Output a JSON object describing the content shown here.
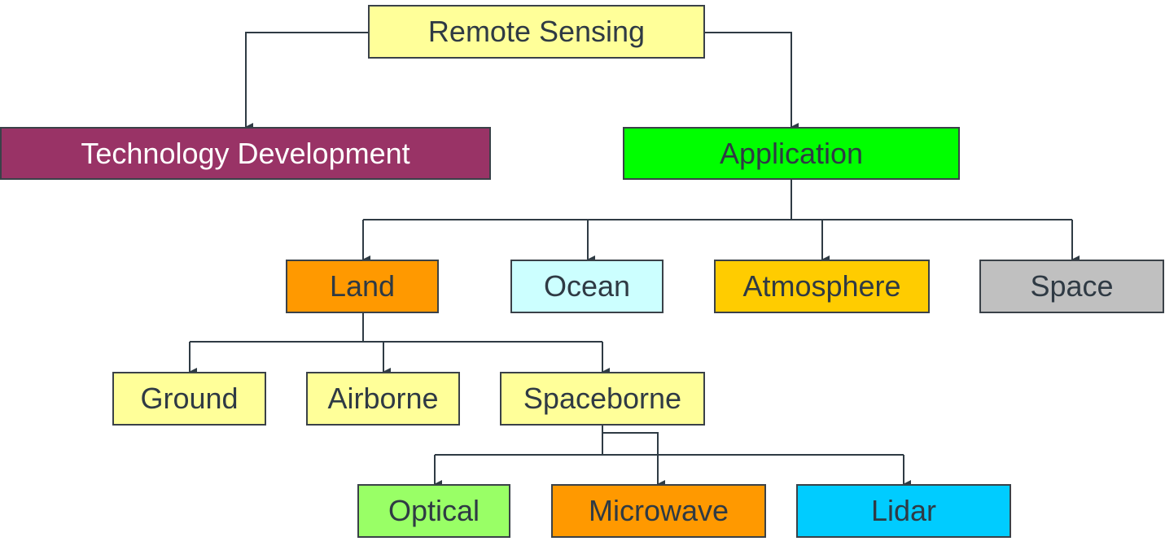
{
  "nodes": {
    "root": {
      "label": "Remote Sensing",
      "color": "#ffff99"
    },
    "tech": {
      "label": "Technology Development",
      "color": "#993366"
    },
    "app": {
      "label": "Application",
      "color": "#00ff00"
    },
    "land": {
      "label": "Land",
      "color": "#ff9900"
    },
    "ocean": {
      "label": "Ocean",
      "color": "#ccffff"
    },
    "atmosphere": {
      "label": "Atmosphere",
      "color": "#ffcc00"
    },
    "space": {
      "label": "Space",
      "color": "#c0c0c0"
    },
    "ground": {
      "label": "Ground",
      "color": "#ffff99"
    },
    "airborne": {
      "label": "Airborne",
      "color": "#ffff99"
    },
    "spaceborne": {
      "label": "Spaceborne",
      "color": "#ffff99"
    },
    "optical": {
      "label": "Optical",
      "color": "#99ff66"
    },
    "microwave": {
      "label": "Microwave",
      "color": "#ff9900"
    },
    "lidar": {
      "label": "Lidar",
      "color": "#00ccff"
    }
  },
  "edges": [
    [
      "root",
      "tech"
    ],
    [
      "root",
      "app"
    ],
    [
      "app",
      "land"
    ],
    [
      "app",
      "ocean"
    ],
    [
      "app",
      "atmosphere"
    ],
    [
      "app",
      "space"
    ],
    [
      "land",
      "ground"
    ],
    [
      "land",
      "airborne"
    ],
    [
      "land",
      "spaceborne"
    ],
    [
      "spaceborne",
      "optical"
    ],
    [
      "spaceborne",
      "microwave"
    ],
    [
      "spaceborne",
      "lidar"
    ]
  ]
}
